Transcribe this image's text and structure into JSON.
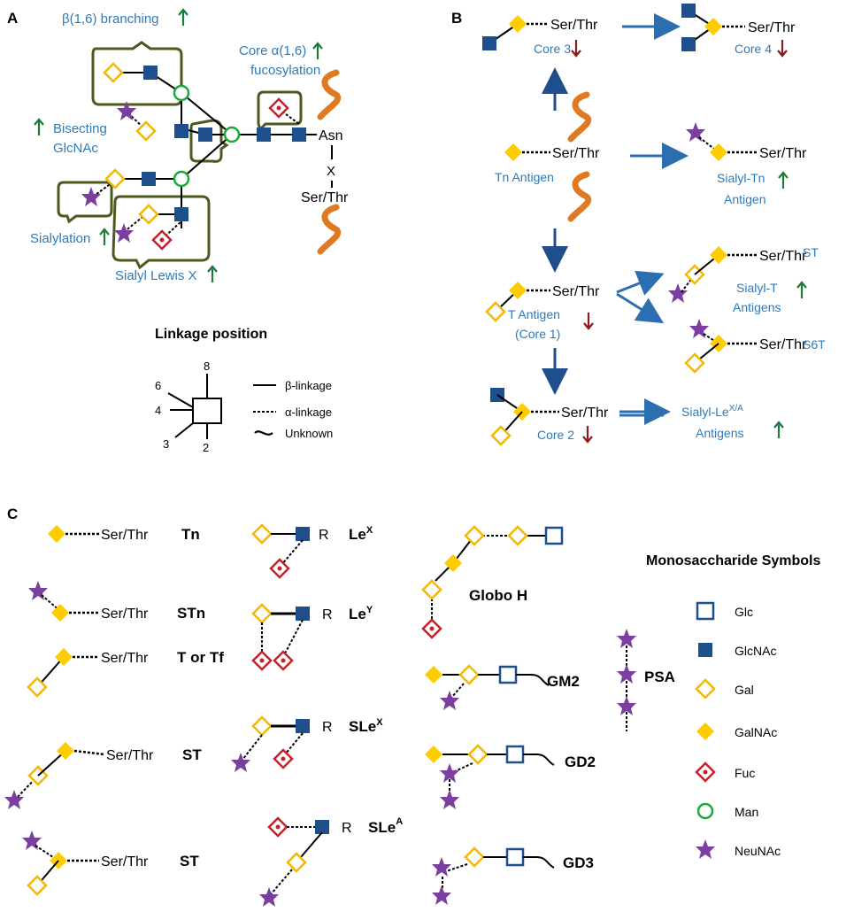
{
  "panels": {
    "a": {
      "label": "A",
      "beta16": "β(1,6) branching",
      "core_fuc_1": "Core α(1,6)",
      "core_fuc_2": "fucosylation",
      "bisect_1": "Bisecting",
      "bisect_2": "GlcNAc",
      "sialylation": "Sialylation",
      "slex": "Sialyl Lewis X",
      "asn": "Asn",
      "x": "X",
      "serthr": "Ser/Thr",
      "linkage_title": "Linkage position",
      "pos6": "6",
      "pos8": "8",
      "pos4": "4",
      "pos3": "3",
      "pos2": "2",
      "beta_linkage": "β-linkage",
      "alpha_linkage": "α-linkage",
      "unknown_linkage": "Unknown"
    },
    "b": {
      "label": "B",
      "serthr": "Ser/Thr",
      "core3": "Core 3",
      "core4": "Core 4",
      "tn_antigen": "Tn Antigen",
      "sialyl_tn_1": "Sialyl-Tn",
      "sialyl_tn_2": "Antigen",
      "st": "ST",
      "sialyl_t_1": "Sialyl-T",
      "sialyl_t_2": "Antigens",
      "s6t": "S6T",
      "t_antigen_1": "T Antigen",
      "t_antigen_2": "(Core 1)",
      "core2": "Core 2",
      "sialyl_le_1": "Sialyl-Le",
      "sialyl_le_sup": "X/A",
      "sialyl_le_2": "Antigens"
    },
    "c": {
      "label": "C",
      "serthr": "Ser/Thr",
      "tn": "Tn",
      "stn": "STn",
      "t_or_tf": "T or Tf",
      "st": "ST",
      "lex": "Le",
      "lex_sup": "X",
      "ley": "Le",
      "ley_sup": "Y",
      "slex": "SLe",
      "slex_sup": "X",
      "slea": "SLe",
      "slea_sup": "A",
      "r": "R",
      "globo_h": "Globo H",
      "gm2": "GM2",
      "gd2": "GD2",
      "gd3": "GD3",
      "psa": "PSA",
      "mono_title": "Monosaccharide Symbols",
      "legend": [
        "Glc",
        "GlcNAc",
        "Gal",
        "GalNAc",
        "Fuc",
        "Man",
        "NeuNAc"
      ]
    }
  },
  "colors": {
    "glcnac": "#1f4e8c",
    "gal": "#f5b800",
    "galnac": "#ffcc00",
    "fuc": "#c8202a",
    "man": "#1aaa3a",
    "neunac": "#7b3fa0",
    "label_blue": "#2b7bbd",
    "arrow_blue": "#2b6fb0",
    "up_arrow": "#1e7a3a",
    "down_arrow": "#8b1a1a",
    "box_outline": "#4d5a1e",
    "peptide": "#e07a22"
  }
}
